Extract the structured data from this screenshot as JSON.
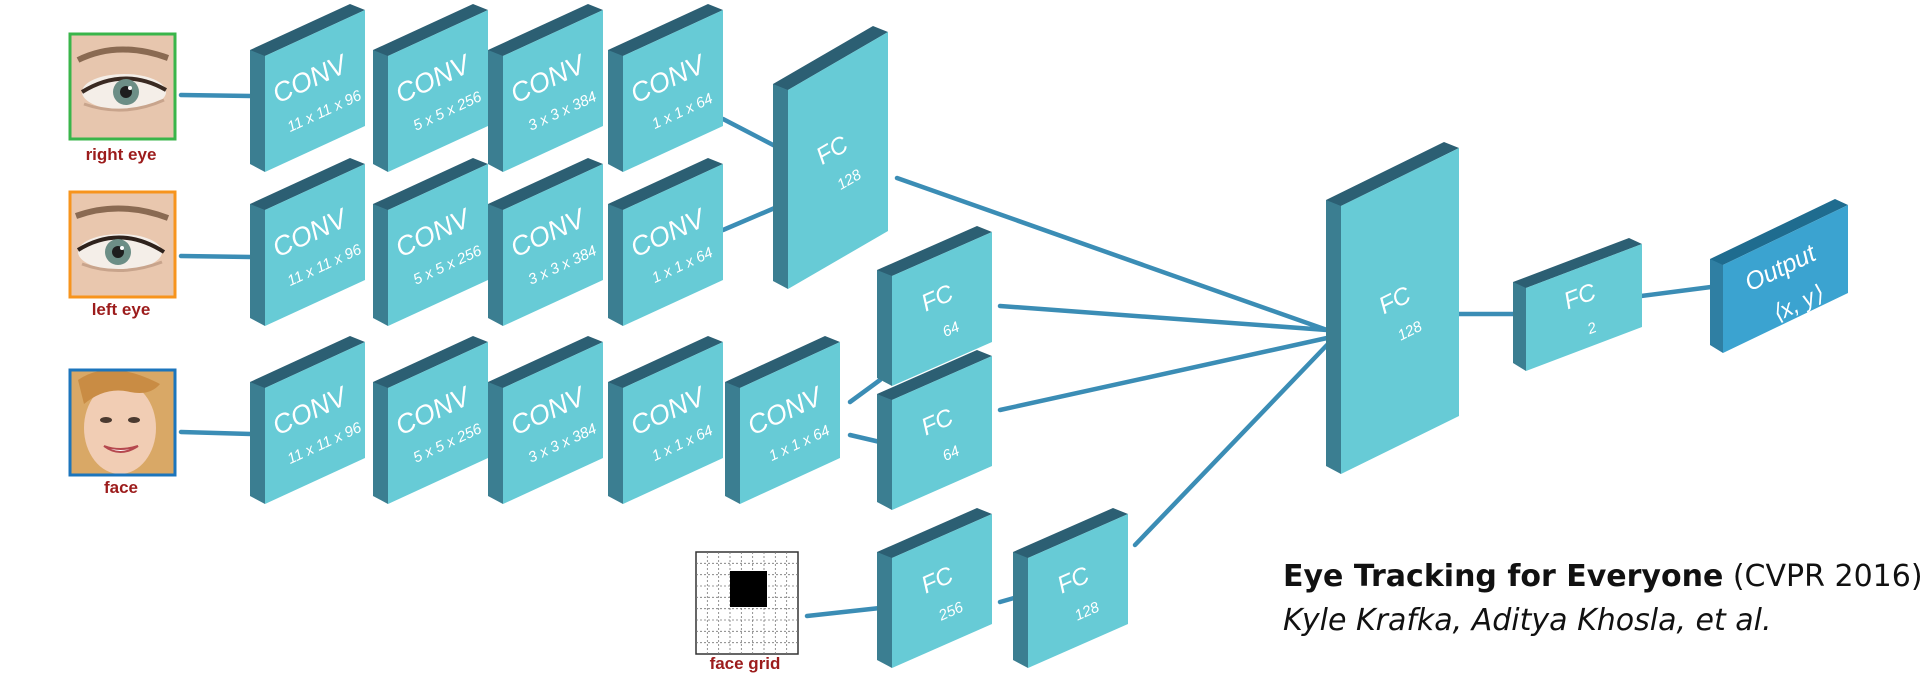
{
  "colors": {
    "front": "#67CBD6",
    "top": "#2C5F73",
    "side": "#3B7E91",
    "output_front": "#3BA3D0",
    "output_top": "#1F6C8F",
    "output_side": "#2F7FA3",
    "connector": "#3B8DB5",
    "label_red": "#9C1C1C",
    "frame_right_eye": "#39B54A",
    "frame_left_eye": "#F7941D",
    "frame_face": "#1C75BC",
    "text_white": "#FFFFFF"
  },
  "inputs": {
    "right_eye": {
      "label": "right eye",
      "icon": "eye-photo-icon"
    },
    "left_eye": {
      "label": "left eye",
      "icon": "eye-photo-icon"
    },
    "face": {
      "label": "face",
      "icon": "face-photo-icon"
    },
    "face_grid": {
      "label": "face grid",
      "icon": "grid-icon"
    }
  },
  "eye_layers": [
    {
      "name": "CONV",
      "size": "11 x 11 x 96"
    },
    {
      "name": "CONV",
      "size": "5 x 5 x 256"
    },
    {
      "name": "CONV",
      "size": "3 x 3 x 384"
    },
    {
      "name": "CONV",
      "size": "1 x 1 x 64"
    }
  ],
  "eye_fc": {
    "name": "FC",
    "size": "128"
  },
  "face_layers": [
    {
      "name": "CONV",
      "size": "11 x 11 x 96"
    },
    {
      "name": "CONV",
      "size": "5 x 5 x 256"
    },
    {
      "name": "CONV",
      "size": "3 x 3 x 384"
    },
    {
      "name": "CONV",
      "size": "1 x 1 x 64"
    },
    {
      "name": "CONV",
      "size": "1 x 1 x 64"
    }
  ],
  "face_fc1": {
    "name": "FC",
    "size": "64"
  },
  "face_fc2": {
    "name": "FC",
    "size": "64"
  },
  "grid_fc1": {
    "name": "FC",
    "size": "256"
  },
  "grid_fc2": {
    "name": "FC",
    "size": "128"
  },
  "merge_fc": {
    "name": "FC",
    "size": "128"
  },
  "final_fc": {
    "name": "FC",
    "size": "2"
  },
  "output": {
    "name": "Output",
    "value": "⟨x, y⟩"
  },
  "caption": {
    "title": "Eye Tracking for Everyone",
    "venue": " (CVPR 2016)",
    "authors": "Kyle Krafka, Aditya Khosla, et al."
  }
}
